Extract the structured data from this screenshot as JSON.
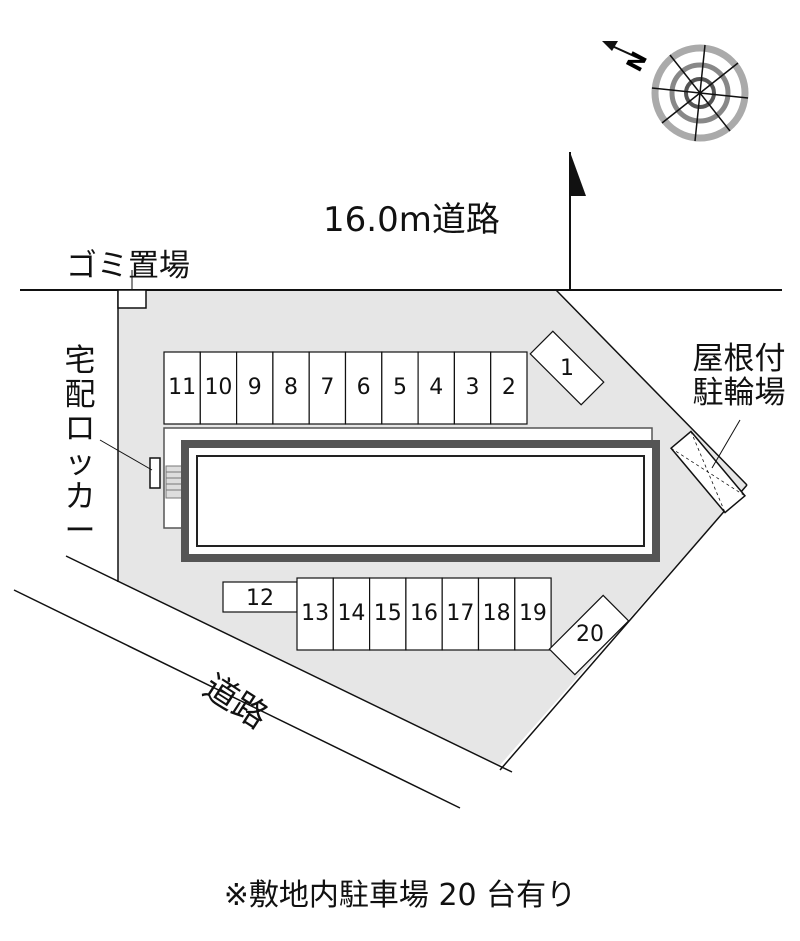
{
  "labels": {
    "road_main": "16.0m道路",
    "road_side": "道路",
    "garbage": "ゴミ置場",
    "delivery_locker": "宅配ロッカー",
    "bike_parking": "屋根付駐輪場",
    "footnote": "※敷地内駐車場 20 台有り"
  },
  "compass": {
    "icon": "compass-icon",
    "north_letter": "N"
  },
  "parking_stalls": {
    "top_row": [
      "11",
      "10",
      "9",
      "8",
      "7",
      "6",
      "5",
      "4",
      "3",
      "2"
    ],
    "stall_1": "1",
    "stall_12": "12",
    "bottom_row": [
      "13",
      "14",
      "15",
      "16",
      "17",
      "18",
      "19"
    ],
    "stall_20": "20"
  },
  "colors": {
    "site_fill": "#e6e6e6",
    "building_border": "#555555",
    "line": "#111111"
  }
}
